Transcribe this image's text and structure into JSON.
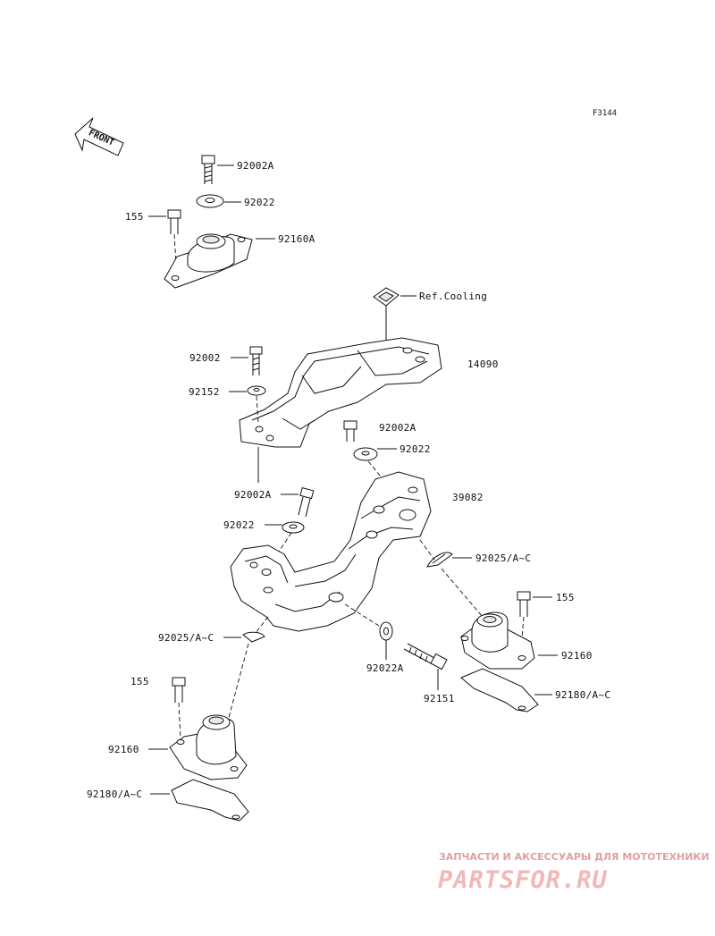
{
  "figure_code": "F3144",
  "front_label": "FRONT",
  "labels": {
    "bolt_top": "92002A",
    "washer_top": "92022",
    "bolt_155_top": "155",
    "mount_top": "92160A",
    "ref_cooling": "Ref.Cooling",
    "bracket_14090": "14090",
    "bolt_92002": "92002",
    "washer_92152": "92152",
    "bolt_92002a_mid": "92002A",
    "washer_92022_mid": "92022",
    "bolt_92002a_left": "92002A",
    "washer_92022_left": "92022",
    "frame_39082": "39082",
    "clip_right": "92025/A~C",
    "bolt_155_right": "155",
    "clip_left": "92025/A~C",
    "mount_right": "92160",
    "washer_92022a_low": "92022A",
    "bolt_155_left": "155",
    "bolt_92151": "92151",
    "plate_right": "92180/A~C",
    "mount_left": "92160",
    "plate_left": "92180/A~C"
  },
  "watermark": {
    "tagline": "ЗАПЧАСТИ И АКСЕССУАРЫ ДЛЯ МОТОТЕХНИКИ",
    "brand": "PARTSFOR.RU",
    "color": "#f2b8b8"
  }
}
